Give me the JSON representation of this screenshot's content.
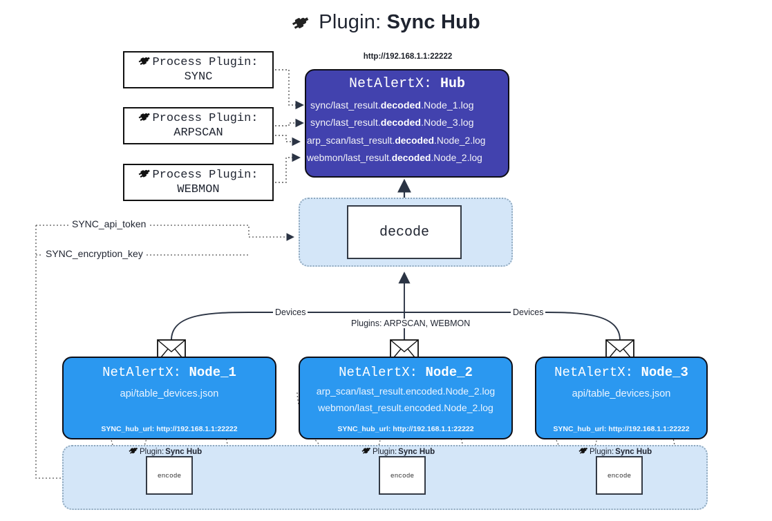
{
  "title": {
    "icon": "plug-icon",
    "prefix": "Plugin:",
    "name": "Sync Hub"
  },
  "process_plugins": [
    {
      "icon": "plug-icon",
      "line1": "Process Plugin:",
      "line2": "SYNC"
    },
    {
      "icon": "plug-icon",
      "line1": "Process Plugin:",
      "line2": "ARPSCAN"
    },
    {
      "icon": "plug-icon",
      "line1": "Process Plugin:",
      "line2": "WEBMON"
    }
  ],
  "hub": {
    "url": "http://192.168.1.1:22222",
    "title_prefix": "NetAlertX:",
    "title_name": "Hub",
    "logs": [
      {
        "pre": "sync/last_result.",
        "mid": "decoded",
        "post": ".Node_1.log"
      },
      {
        "pre": "sync/last_result.",
        "mid": "decoded",
        "post": ".Node_3.log"
      },
      {
        "pre": "arp_scan/last_result.",
        "mid": "decoded",
        "post": ".Node_2.log"
      },
      {
        "pre": "webmon/last_result.",
        "mid": "decoded",
        "post": ".Node_2.log"
      }
    ]
  },
  "decode": {
    "label": "decode"
  },
  "settings_edges": [
    {
      "label": "SYNC_api_token"
    },
    {
      "label": "SYNC_encryption_key"
    }
  ],
  "connector_labels": {
    "devices_left": "Devices",
    "plugins_center": "Plugins: ARPSCAN, WEBMON",
    "devices_right": "Devices"
  },
  "nodes": [
    {
      "title_prefix": "NetAlertX:",
      "title_name": "Node_1",
      "lines": [
        "api/table_devices.json"
      ],
      "url_label": "SYNC_hub_url: http://192.168.1.1:22222",
      "envelope": "envelope-icon"
    },
    {
      "title_prefix": "NetAlertX:",
      "title_name": "Node_2",
      "lines": [
        "arp_scan/last_result.encoded.Node_2.log",
        "webmon/last_result.encoded.Node_2.log"
      ],
      "url_label": "SYNC_hub_url: http://192.168.1.1:22222",
      "envelope": "envelope-icon"
    },
    {
      "title_prefix": "NetAlertX:",
      "title_name": "Node_3",
      "lines": [
        "api/table_devices.json"
      ],
      "url_label": "SYNC_hub_url: http://192.168.1.1:22222",
      "envelope": "envelope-icon"
    }
  ],
  "encoders": [
    {
      "plugin_prefix": "Plugin:",
      "plugin_name": "Sync Hub",
      "label": "encode"
    },
    {
      "plugin_prefix": "Plugin:",
      "plugin_name": "Sync Hub",
      "label": "encode"
    },
    {
      "plugin_prefix": "Plugin:",
      "plugin_name": "Sync Hub",
      "label": "encode"
    }
  ],
  "colors": {
    "hub": "#4242ae",
    "node": "#2b98f0",
    "band": "#d4e6f8",
    "band_border": "#8fa8bd",
    "stroke": "#333a45"
  }
}
